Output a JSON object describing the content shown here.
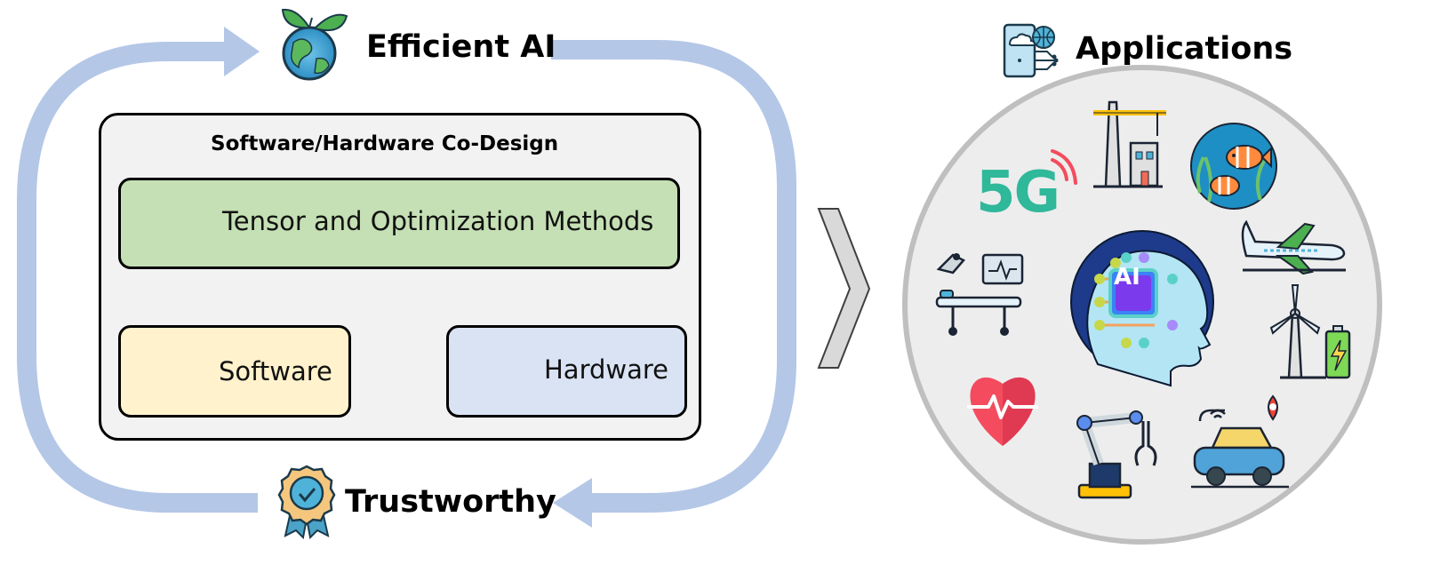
{
  "labels": {
    "efficient_ai": "Efficient AI",
    "trustworthy": "Trustworthy",
    "applications": "Applications",
    "codesign_title": "Software/Hardware Co-Design",
    "tensor_methods": "Tensor and Optimization Methods",
    "software": "Software",
    "hardware": "Hardware",
    "five_g": "5G",
    "ai_chip": "AI"
  },
  "icons": {
    "efficient": "earth-leaves-icon",
    "trustworthy": "award-badge-icon",
    "applications": "smartphone-cloud-network-icon",
    "tensor": "cube-icon",
    "software": "software-development-icon",
    "hardware": "chip-gear-icon",
    "apps": [
      "5g-icon",
      "construction-crane-icon",
      "fish-ocean-icon",
      "airplane-icon",
      "wind-turbine-battery-icon",
      "smart-car-icon",
      "robot-arm-icon",
      "heart-rate-icon",
      "hospital-bed-monitor-icon",
      "ai-brain-icon"
    ]
  },
  "colors": {
    "cycle_arrow": "#b4c7e7",
    "codesign_bg": "#f2f2f2",
    "tensor_bg": "#c5e0b4",
    "software_bg": "#fff2cc",
    "hardware_bg": "#dae3f3",
    "chevron": "#f8cbad",
    "applications_circle": "#ededed",
    "five_g": "#2fb89a"
  }
}
